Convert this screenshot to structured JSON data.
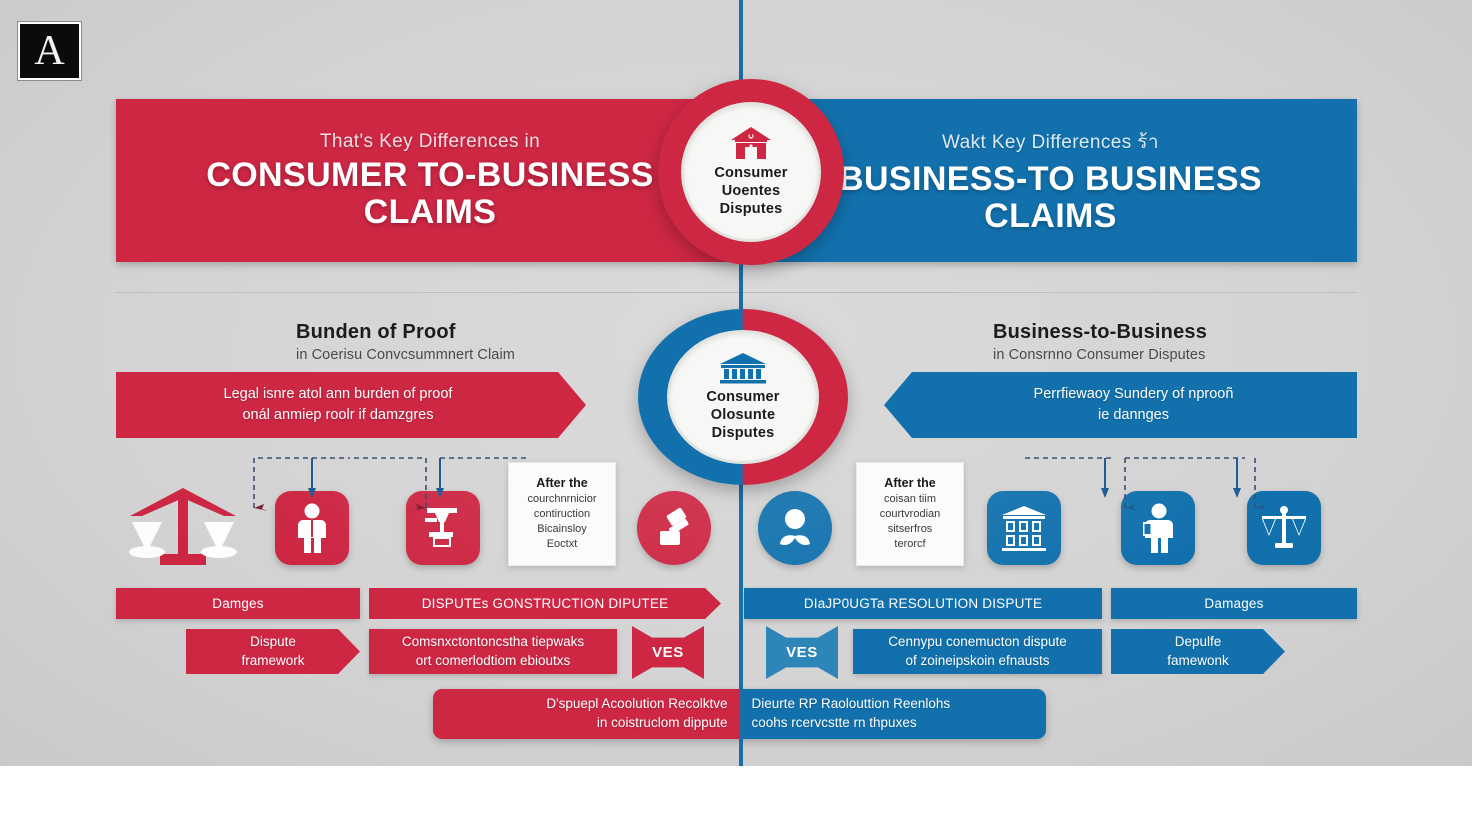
{
  "logo": {
    "letter": "A",
    "name": "brand-logo"
  },
  "headers": {
    "left": {
      "kicker": "That's Key Differences in",
      "title": "CONSUMER TO-BUSINESS CLAIMS",
      "color": "#cd2744"
    },
    "right": {
      "kicker": "Wakt Key Differences ร้า",
      "title": "BUSINESS-TO BUSINESS CLAIMS",
      "color": "#1271ad"
    }
  },
  "hubs": [
    {
      "id": "hub-top",
      "icon": "house-icon",
      "lines": [
        "Consumer",
        "Uoentes",
        "Disputes"
      ],
      "ring_color": "#cd2744"
    },
    {
      "id": "hub-mid",
      "icon": "courthouse-icon",
      "lines": [
        "Consumer",
        "Olosunte",
        "Disputes"
      ],
      "ring_left_color": "#1271ad",
      "ring_right_color": "#cd2744"
    }
  ],
  "sections": {
    "left": {
      "title": "Bunden of Proof",
      "subtitle": "in Coerisu Convcsummnert Claim"
    },
    "right": {
      "title": "Business-to-Business",
      "subtitle": "in Consrnno Consumer Disputes"
    }
  },
  "arrow_banners": {
    "left": {
      "line1": "Legal isnre atol ann burden of proof",
      "line2": "onál anmiep roolr if damzgres",
      "color": "#cd2744"
    },
    "right": {
      "line1": "Perrfiewaoy Sundery of nprooñ",
      "line2": "ie dannges",
      "color": "#1271ad"
    }
  },
  "icons": {
    "left": [
      {
        "name": "scales-of-justice-icon",
        "style": "plain",
        "color": "#cd2744"
      },
      {
        "name": "businessperson-icon",
        "style": "rounded-square",
        "color": "#cd2744"
      },
      {
        "name": "construction-crane-icon",
        "style": "rounded-square",
        "color": "#cd2744"
      },
      {
        "name": "gavel-icon",
        "style": "circle",
        "color": "#cd2744"
      }
    ],
    "right": [
      {
        "name": "handshake-support-icon",
        "style": "circle",
        "color": "#1271ad"
      },
      {
        "name": "building-icon",
        "style": "rounded-square",
        "color": "#1271ad"
      },
      {
        "name": "businessperson-icon",
        "style": "rounded-square",
        "color": "#1271ad"
      },
      {
        "name": "scales-of-justice-icon",
        "style": "rounded-square",
        "color": "#1271ad"
      }
    ]
  },
  "info_cards": {
    "left": {
      "title": "After the",
      "lines": [
        "courchnrnicior",
        "contiruction",
        "Bicainsloy",
        "Eoctxt"
      ]
    },
    "right": {
      "title": "After the",
      "lines": [
        "coisan tiim",
        "courtvrodian",
        "sitserfros",
        "terorcf"
      ]
    }
  },
  "label_bars": {
    "left": [
      {
        "text": "Damges",
        "color": "#cd2744",
        "shape": "rect"
      },
      {
        "text": "DISPUTEs GONSTRUCTION DIPUTEE",
        "color": "#cd2744",
        "shape": "point-right"
      }
    ],
    "right": [
      {
        "text": "DIaJP0UGTa RESOLUTION DISPUTE",
        "color": "#1271ad",
        "shape": "rect"
      },
      {
        "text": "Damages",
        "color": "#1271ad",
        "shape": "rect"
      }
    ]
  },
  "chevrons": {
    "left": [
      {
        "line1": "Dispute",
        "line2": "framework",
        "color": "#cd2744",
        "shape": "point-right"
      },
      {
        "line1": "Comsnxctontoncstha tiepwaks",
        "line2": "ort comerlodtiom ebioutxs",
        "color": "#cd2744",
        "shape": "rect"
      }
    ],
    "right": [
      {
        "line1": "Cennypu conemucton dispute",
        "line2": "of zoineipskoin efnausts",
        "color": "#1271ad",
        "shape": "rect"
      },
      {
        "line1": "Depulfe",
        "line2": "famewonk",
        "color": "#1271ad",
        "shape": "point-right"
      }
    ]
  },
  "ves_badges": [
    {
      "text": "VES",
      "color": "#cd2744",
      "side": "left"
    },
    {
      "text": "VES",
      "color": "#1271ad",
      "side": "right"
    }
  ],
  "bottom_pill": {
    "left": {
      "line1": "D'spuepl Acoolution Recolktve",
      "line2": "in coistruclom dippute",
      "color": "#cd2744"
    },
    "right": {
      "line1": "Dieurte RP Raolouttion Reenlohs",
      "line2": "coohs rcervcstte rn thpuxes",
      "color": "#1271ad"
    }
  },
  "palette": {
    "red": "#cd2744",
    "blue": "#1271ad",
    "board": "#d4d4d4",
    "card": "#fbfbfb",
    "text_dark": "#1b1b1b"
  }
}
